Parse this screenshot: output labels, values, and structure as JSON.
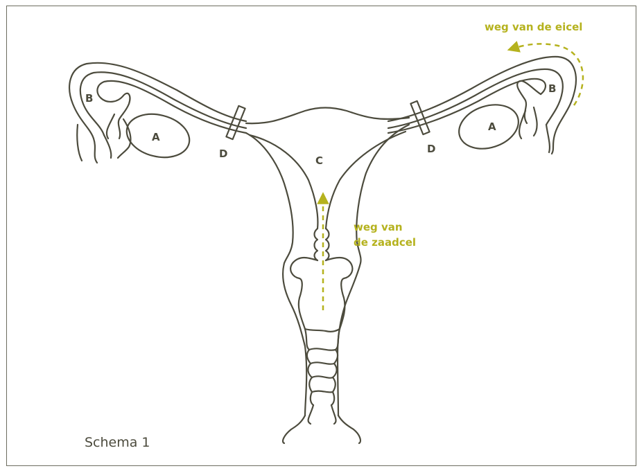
{
  "labels": {
    "A_left": "A",
    "A_right": "A",
    "B_left": "B",
    "B_right": "B",
    "C": "C",
    "D_left": "D",
    "D_right": "D"
  },
  "annotations": {
    "egg_path": "weg van de eicel",
    "sperm_path_line1": "weg van",
    "sperm_path_line2": "de zaadcel"
  },
  "caption": "Schema 1",
  "colors": {
    "outline": "#4c4b3d",
    "accent": "#b5b21e",
    "frame": "#6b6b5e"
  }
}
